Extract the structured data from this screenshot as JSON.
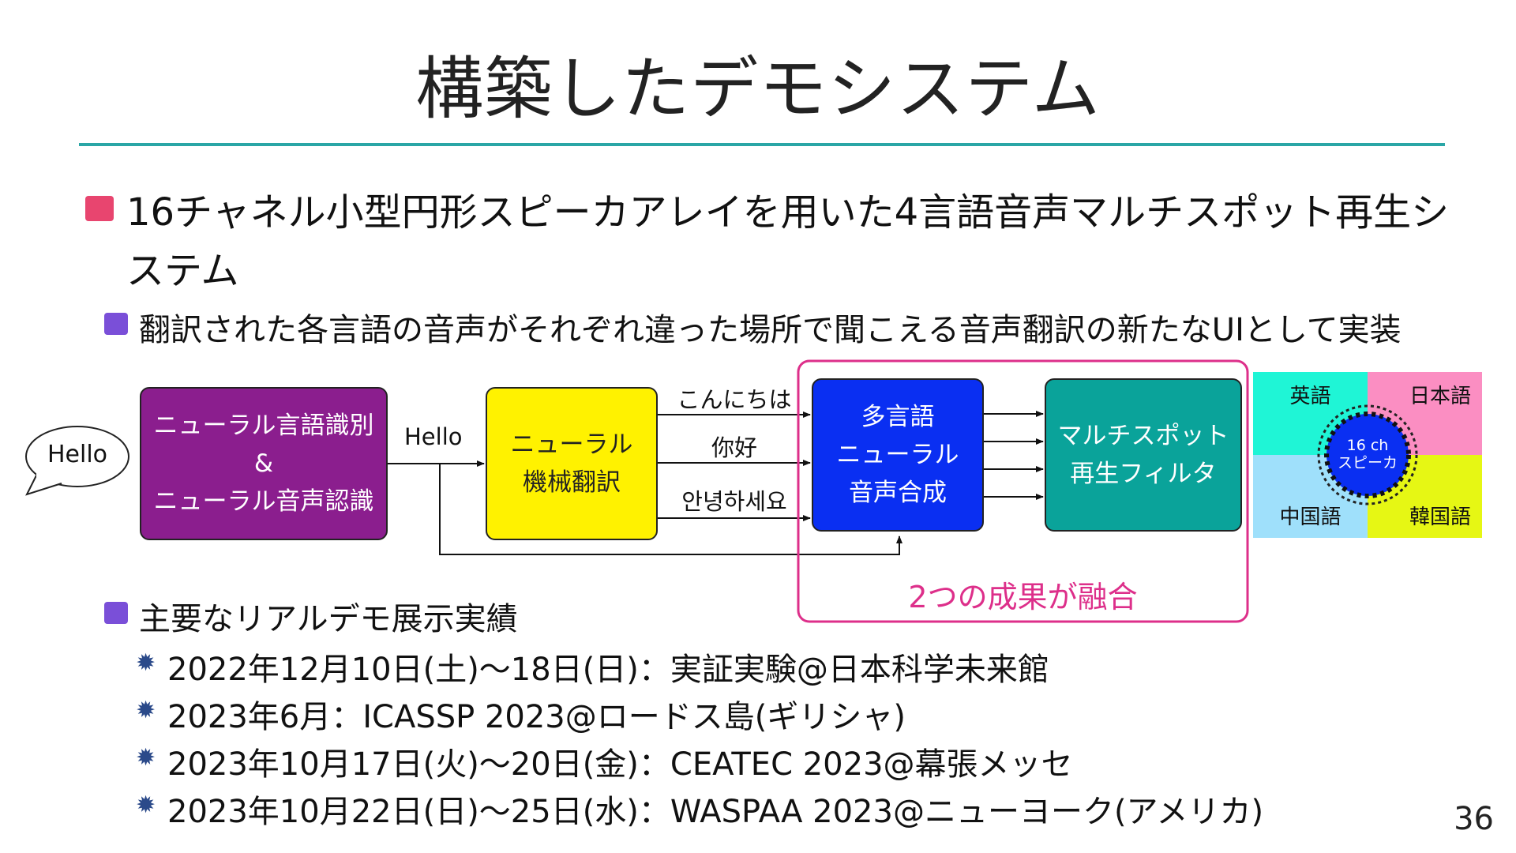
{
  "title": "構築したデモシステム",
  "bullet1": "16チャネル小型円形スピーカアレイを用いた4言語音声マルチスポット再生システム",
  "sub1": "翻訳された各言語の音声がそれぞれ違った場所で聞こえる音声翻訳の新たなUIとして実装",
  "diagram": {
    "speech_bubble": "Hello",
    "asr_box": [
      "ニューラル言語識別",
      "&",
      "ニューラル音声認識"
    ],
    "arrow_label": "Hello",
    "mt_box": [
      "ニューラル",
      "機械翻訳"
    ],
    "translations": [
      "こんにちは",
      "你好",
      "안녕하세요"
    ],
    "tts_box": [
      "多言語",
      "ニューラル",
      "音声合成"
    ],
    "filter_box": [
      "マルチスポット",
      "再生フィルタ"
    ],
    "fusion_label": "2つの成果が融合",
    "speaker_quadrants": {
      "top_left": "英語",
      "top_right": "日本語",
      "bottom_left": "中国語",
      "bottom_right": "韓国語"
    },
    "speaker_label": [
      "16 ch",
      "スピーカ"
    ],
    "colors": {
      "asr": "#8b1e8e",
      "mt": "#fff200",
      "tts": "#0a2ff2",
      "filter": "#0aa39a",
      "fusion": "#dd2f8a",
      "q_english": "#1ff5d6",
      "q_japanese": "#fb8ec2",
      "q_chinese": "#9fe0fb",
      "q_korean": "#e6f714"
    }
  },
  "sub2": "主要なリアルデモ展示実績",
  "demos": [
    "2022年12月10日(土)〜18日(日)：実証実験@日本科学未来館",
    "2023年6月：ICASSP 2023@ロードス島(ギリシャ)",
    "2023年10月17日(火)〜20日(金)：CEATEC 2023@幕張メッセ",
    "2023年10月22日(日)〜25日(水)：WASPAA 2023@ニューヨーク(アメリカ)"
  ],
  "page_number": "36"
}
